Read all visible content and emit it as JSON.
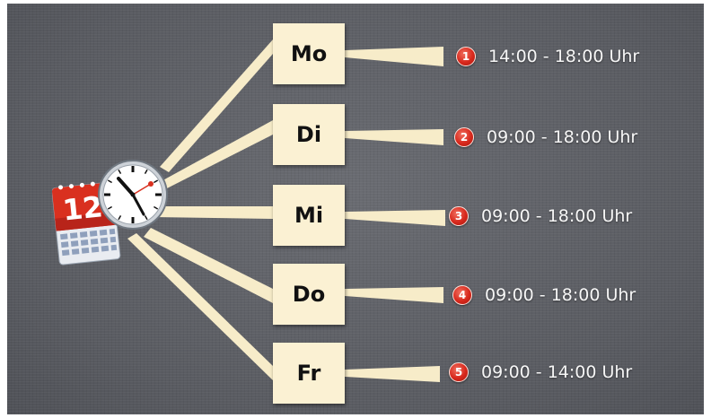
{
  "days": [
    {
      "label": "Mo",
      "badge": "1",
      "hours": "14:00 - 18:00 Uhr"
    },
    {
      "label": "Di",
      "badge": "2",
      "hours": "09:00 - 18:00 Uhr"
    },
    {
      "label": "Mi",
      "badge": "3",
      "hours": "09:00 - 18:00 Uhr"
    },
    {
      "label": "Do",
      "badge": "4",
      "hours": "09:00 - 18:00 Uhr"
    },
    {
      "label": "Fr",
      "badge": "5",
      "hours": "09:00 - 14:00 Uhr"
    }
  ],
  "calendar": {
    "day_number": "12"
  },
  "colors": {
    "background": "#5f6167",
    "box": "#fbf1d3",
    "ray": "#f7ecc9",
    "badge": "#d8281c",
    "text": "#f6f6f6",
    "calendar_red": "#d9301f"
  },
  "icons": {
    "calendar": "calendar-icon",
    "clock": "clock-icon"
  }
}
